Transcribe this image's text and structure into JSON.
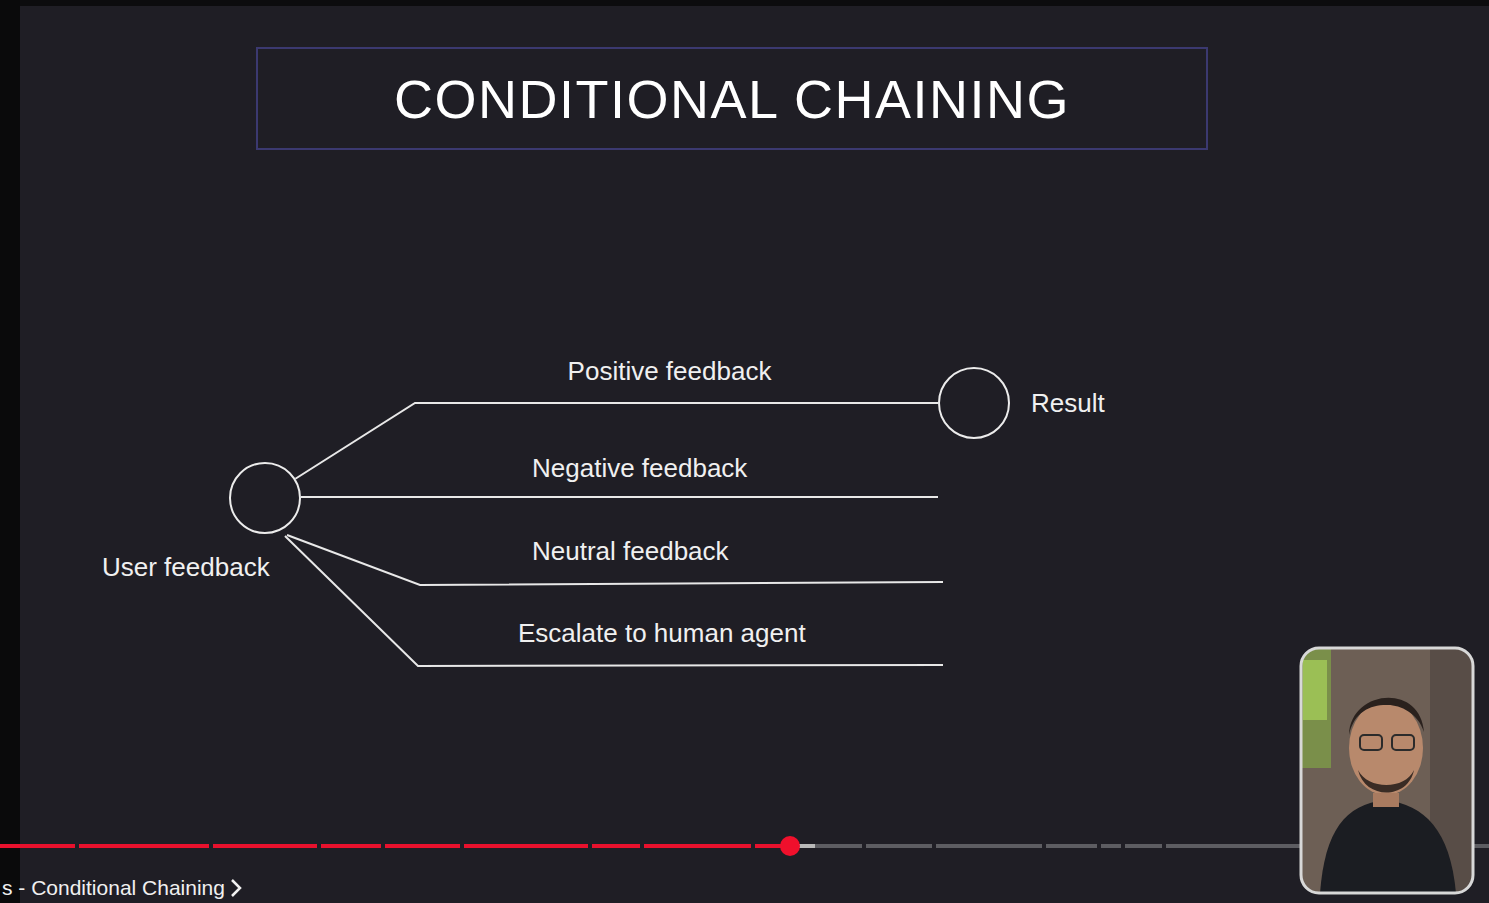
{
  "diagram": {
    "title": "CONDITIONAL CHAINING",
    "nodes": [
      {
        "text": [
          "User feedback"
        ]
      },
      {
        "text": [
          "Result"
        ]
      }
    ],
    "edges": [
      {
        "from": 0,
        "to": 1,
        "arrow": "none",
        "label": "Positive feedback"
      }
    ],
    "labels": [
      "Negative feedback",
      "Neutral feedback",
      "Escalate to human agent",
      "s - Conditional Chaining"
    ]
  }
}
